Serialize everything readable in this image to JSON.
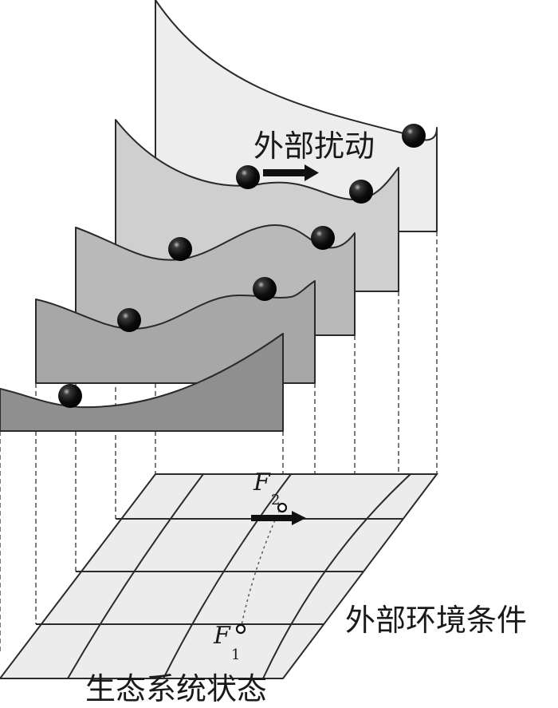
{
  "labels": {
    "disturbance": "外部扰动",
    "env_conditions": "外部环境条件",
    "eco_state": "生态系统状态",
    "f1_letter": "F",
    "f1_sub": "1",
    "f2_letter": "F",
    "f2_sub": "2"
  },
  "colors": {
    "panel_1": "#ededed",
    "panel_2": "#cfcfcf",
    "panel_3": "#b9b9b9",
    "panel_4": "#a7a7a7",
    "panel_5": "#8f8f8f",
    "plane_fill": "#ececec",
    "stroke": "#2a2a2a",
    "ball": "#111111"
  },
  "icons": {
    "ball": "black-sphere",
    "disturbance_arrow": "right-arrow",
    "plane_arrow": "right-arrow"
  }
}
